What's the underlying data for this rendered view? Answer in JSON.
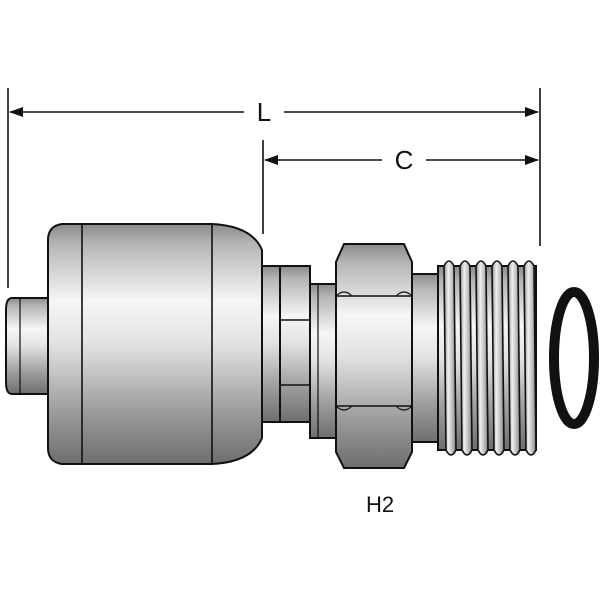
{
  "labels": {
    "overall_length": "L",
    "cut_length": "C",
    "hex_size": "H2"
  },
  "colors": {
    "outline": "#111111",
    "metal_dark": "#7d7d7d",
    "metal_light": "#f4f4f4",
    "oring": "#111111"
  }
}
